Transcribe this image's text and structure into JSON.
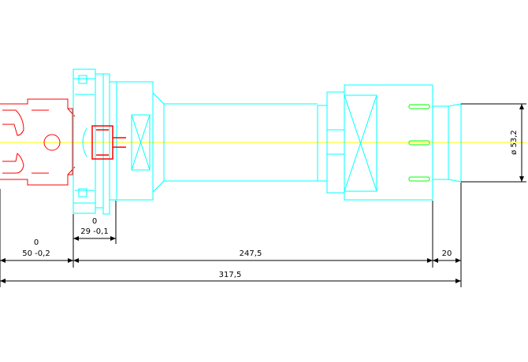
{
  "colors": {
    "background": "#ffffff",
    "tool_body": "#00ffff",
    "holder": "#ff0000",
    "centerline": "#ffff00",
    "slots": "#00ff00",
    "dimension": "#000000"
  },
  "dimensions": {
    "holder_upper_tol": "0",
    "holder_length": "50 -0,2",
    "flange_upper_tol": "0",
    "flange_length": "29 -0,1",
    "body_length": "247,5",
    "tip_length": "20",
    "overall_length": "317,5",
    "diameter": "ø 53,2"
  }
}
